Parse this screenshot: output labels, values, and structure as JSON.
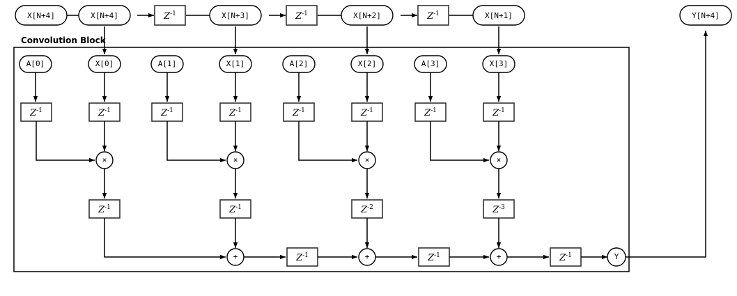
{
  "diagram": {
    "title": "Convolution Block",
    "block_label": "Convolution Block",
    "colors": {
      "background": "#ffffff",
      "stroke": "#000000",
      "box_stroke": "#333333"
    },
    "top_row": {
      "nodes": [
        {
          "id": "in-xn4",
          "label": "X[N+4]"
        },
        {
          "id": "tap-xn4",
          "label": "X[N+4]"
        },
        {
          "id": "tap-xn3",
          "label": "X[N+3]"
        },
        {
          "id": "tap-xn2",
          "label": "X[N+2]"
        },
        {
          "id": "tap-xn1",
          "label": "X[N+1]"
        }
      ],
      "delays": [
        {
          "id": "top-delay-1",
          "label": "Z",
          "exponent": "-1",
          "text": "Z⁻¹"
        },
        {
          "id": "top-delay-2",
          "label": "Z",
          "exponent": "-1",
          "text": "Z⁻¹"
        },
        {
          "id": "top-delay-3",
          "label": "Z",
          "exponent": "-1",
          "text": "Z⁻¹"
        }
      ]
    },
    "output_node": {
      "id": "out-yn4",
      "label": "Y[N+4]"
    },
    "taps": [
      {
        "index": 0,
        "coef_node": "A[0]",
        "sample_node": "X[0]",
        "coef_delay": {
          "label": "Z",
          "exponent": "-1",
          "text": "Z⁻¹"
        },
        "sample_delay": {
          "label": "Z",
          "exponent": "-1",
          "text": "Z⁻¹"
        },
        "multiplier": "×",
        "product_delay": {
          "label": "Z",
          "exponent": "-1",
          "text": "Z⁻¹"
        },
        "adder": null,
        "sum_delay": null
      },
      {
        "index": 1,
        "coef_node": "A[1]",
        "sample_node": "X[1]",
        "coef_delay": {
          "label": "Z",
          "exponent": "-1",
          "text": "Z⁻¹"
        },
        "sample_delay": {
          "label": "Z",
          "exponent": "-1",
          "text": "Z⁻¹"
        },
        "multiplier": "×",
        "product_delay": {
          "label": "Z",
          "exponent": "-1",
          "text": "Z⁻¹"
        },
        "adder": "+",
        "sum_delay": {
          "label": "Z",
          "exponent": "-1",
          "text": "Z⁻¹"
        }
      },
      {
        "index": 2,
        "coef_node": "A[2]",
        "sample_node": "X[2]",
        "coef_delay": {
          "label": "Z",
          "exponent": "-1",
          "text": "Z⁻¹"
        },
        "sample_delay": {
          "label": "Z",
          "exponent": "-1",
          "text": "Z⁻¹"
        },
        "multiplier": "×",
        "product_delay": {
          "label": "Z",
          "exponent": "-2",
          "text": "Z⁻²"
        },
        "adder": "+",
        "sum_delay": {
          "label": "Z",
          "exponent": "-1",
          "text": "Z⁻¹"
        }
      },
      {
        "index": 3,
        "coef_node": "A[3]",
        "sample_node": "X[3]",
        "coef_delay": {
          "label": "Z",
          "exponent": "-1",
          "text": "Z⁻¹"
        },
        "sample_delay": {
          "label": "Z",
          "exponent": "-1",
          "text": "Z⁻¹"
        },
        "multiplier": "×",
        "product_delay": {
          "label": "Z",
          "exponent": "-3",
          "text": "Z⁻³"
        },
        "adder": "+",
        "sum_delay": {
          "label": "Z",
          "exponent": "-1",
          "text": "Z⁻¹"
        }
      }
    ],
    "final_delay": {
      "label": "Z",
      "exponent": "-1",
      "text": "Z⁻¹"
    },
    "result_node": {
      "id": "node-y",
      "label": "Y"
    }
  }
}
